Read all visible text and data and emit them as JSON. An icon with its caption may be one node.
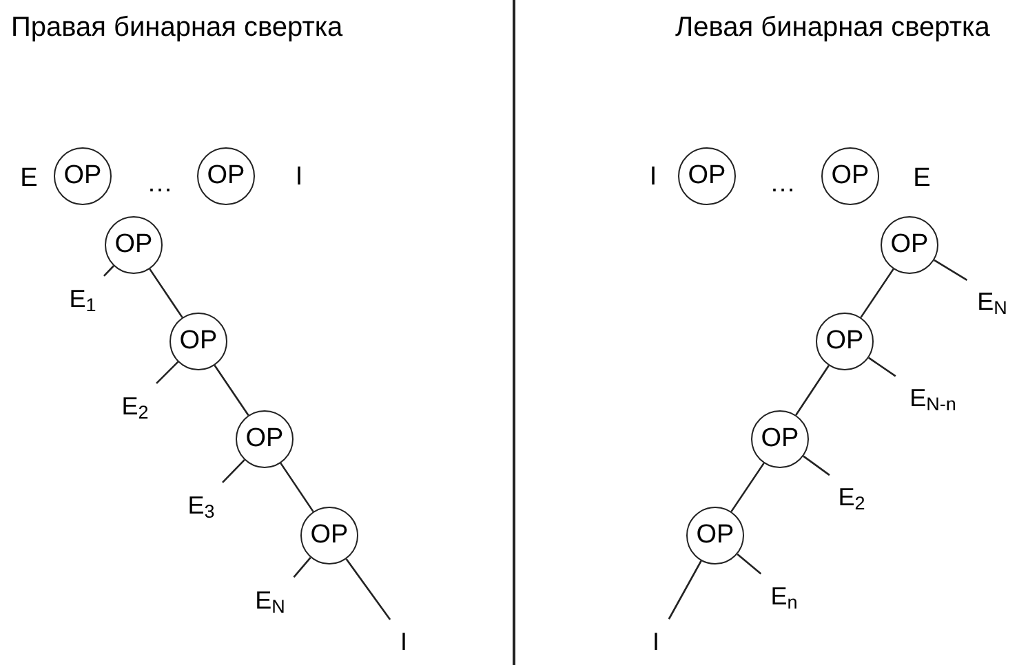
{
  "diagram": {
    "nodes": [
      {
        "text": [
          "OP"
        ]
      },
      {
        "text": [
          "OP"
        ]
      },
      {
        "text": [
          "OP"
        ]
      },
      {
        "text": [
          "E$_{1}$"
        ]
      },
      {
        "text": [
          "OP"
        ]
      },
      {
        "text": [
          "E$_{2}$"
        ]
      },
      {
        "text": [
          "OP"
        ]
      },
      {
        "text": [
          "E$_{3}$"
        ]
      },
      {
        "text": [
          "OP"
        ]
      },
      {
        "text": [
          "E$_{N}$"
        ]
      },
      {
        "text": [
          "I"
        ]
      },
      {
        "text": [
          "OP"
        ]
      },
      {
        "text": [
          "OP"
        ]
      },
      {
        "text": [
          "OP"
        ]
      },
      {
        "text": [
          "E$_{N}$"
        ]
      },
      {
        "text": [
          "OP"
        ]
      },
      {
        "text": [
          "E$_{N-n}$"
        ]
      },
      {
        "text": [
          "OP"
        ]
      },
      {
        "text": [
          "E$_{2}$"
        ]
      },
      {
        "text": [
          "OP"
        ]
      },
      {
        "text": [
          "E$_{n}$"
        ]
      },
      {
        "text": [
          "I"
        ]
      }
    ],
    "edges": [
      {
        "from": 2,
        "to": 3,
        "arrow": "none"
      },
      {
        "from": 2,
        "to": 4,
        "arrow": "none"
      },
      {
        "from": 4,
        "to": 5,
        "arrow": "none"
      },
      {
        "from": 4,
        "to": 6,
        "arrow": "none"
      },
      {
        "from": 6,
        "to": 7,
        "arrow": "none"
      },
      {
        "from": 6,
        "to": 8,
        "arrow": "none"
      },
      {
        "from": 8,
        "to": 9,
        "arrow": "none"
      },
      {
        "from": 8,
        "to": 10,
        "arrow": "none"
      },
      {
        "from": 13,
        "to": 14,
        "arrow": "none"
      },
      {
        "from": 13,
        "to": 15,
        "arrow": "none"
      },
      {
        "from": 15,
        "to": 16,
        "arrow": "none"
      },
      {
        "from": 15,
        "to": 17,
        "arrow": "none"
      },
      {
        "from": 17,
        "to": 18,
        "arrow": "none"
      },
      {
        "from": 17,
        "to": 19,
        "arrow": "none"
      },
      {
        "from": 19,
        "to": 20,
        "arrow": "none"
      },
      {
        "from": 19,
        "to": 21,
        "arrow": "none"
      }
    ],
    "labels": [
      "Правая бинарная свертка",
      "Левая бинарная свертка",
      "E",
      "…",
      "I",
      "I",
      "…",
      "E"
    ]
  }
}
